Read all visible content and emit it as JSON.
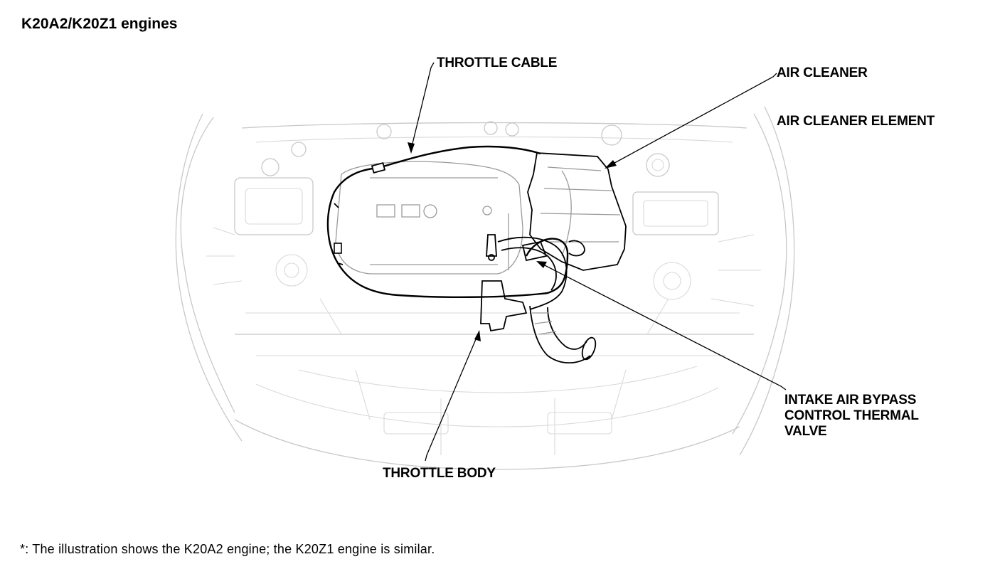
{
  "title": "K20A2/K20Z1 engines",
  "labels": {
    "throttle_cable": "THROTTLE CABLE",
    "air_cleaner": "AIR CLEANER",
    "air_cleaner_element": "AIR CLEANER ELEMENT",
    "intake_valve_line1": "INTAKE AIR BYPASS",
    "intake_valve_line2": "CONTROL THERMAL",
    "intake_valve_line3": "VALVE",
    "throttle_body": "THROTTLE BODY"
  },
  "footnote": "*: The illustration shows the K20A2 engine; the K20Z1 engine is similar."
}
